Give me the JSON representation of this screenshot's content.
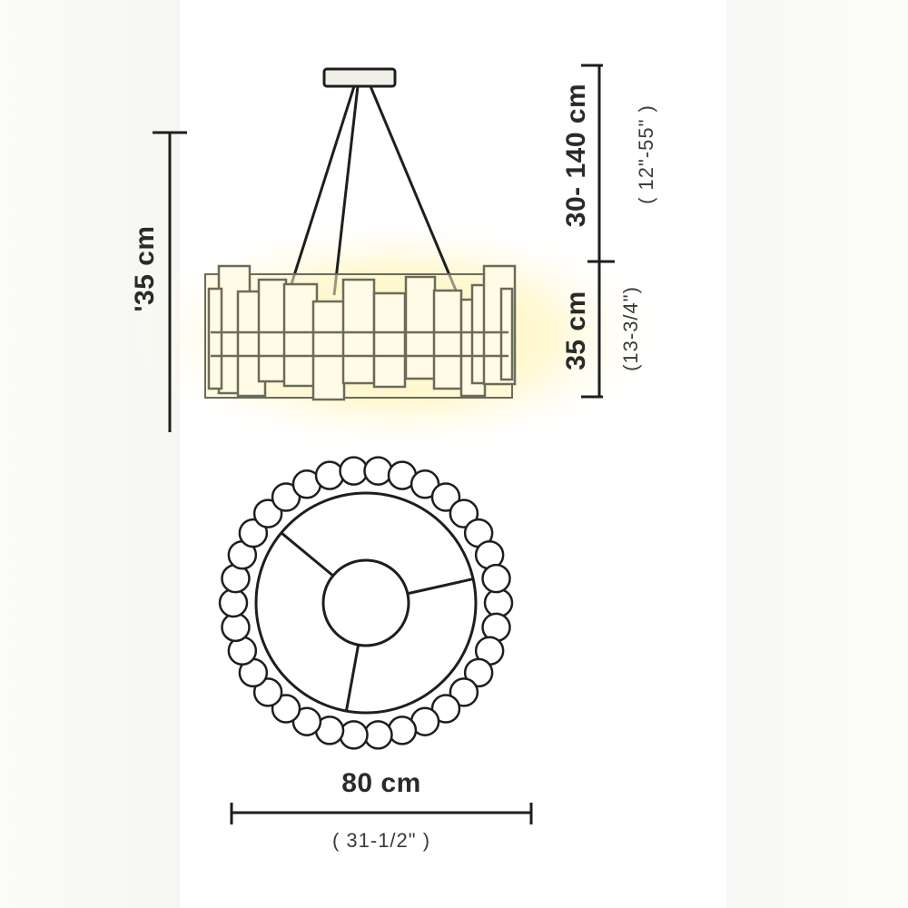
{
  "dimensions": {
    "left_height": "'35 cm",
    "cable_length_metric": "30- 140 cm",
    "cable_length_imperial": "( 12\"-55\" )",
    "shade_height_metric": "35 cm",
    "shade_height_imperial": "(13-3/4\")",
    "diameter_metric": "80 cm",
    "diameter_imperial": "( 31-1/2\" )"
  },
  "colors": {
    "line": "#1e1e1e",
    "glow": "#fff6b8",
    "panel_fill": "#fffbe6",
    "panel_stroke": "#6b6b5a"
  },
  "top_view": {
    "outer_bead_count": 34,
    "arm_count": 3
  }
}
